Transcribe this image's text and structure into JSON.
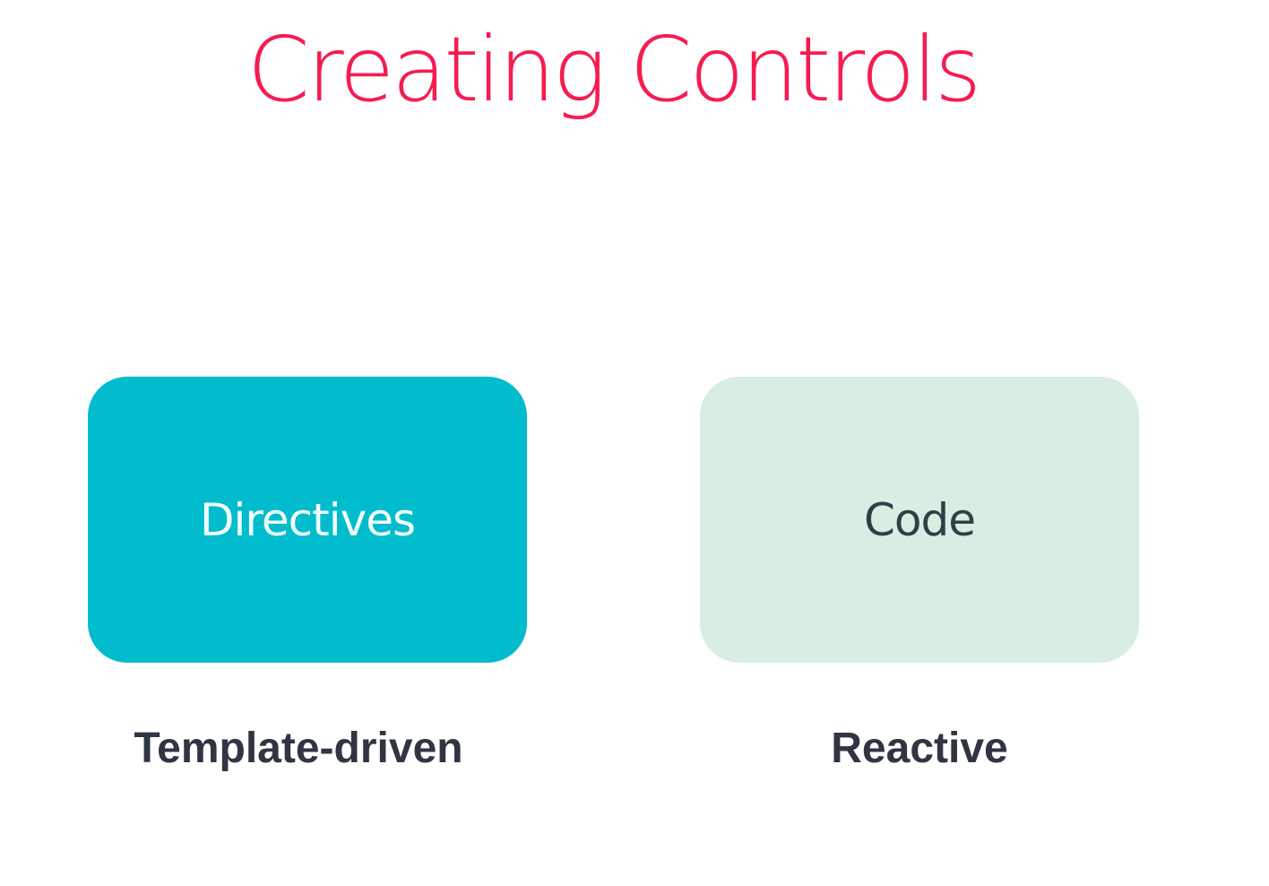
{
  "title": "Creating Controls",
  "approaches": {
    "template_driven": {
      "box_label": "Directives",
      "caption": "Template-driven"
    },
    "reactive": {
      "box_label": "Code",
      "caption": "Reactive"
    }
  },
  "colors": {
    "title": "#f51c4f",
    "box_template_fill": "#00bccd",
    "box_template_text": "#f2fbfc",
    "box_reactive_fill": "#d8eee2",
    "box_reactive_text": "#333d47",
    "caption_text": "#2f3542"
  }
}
